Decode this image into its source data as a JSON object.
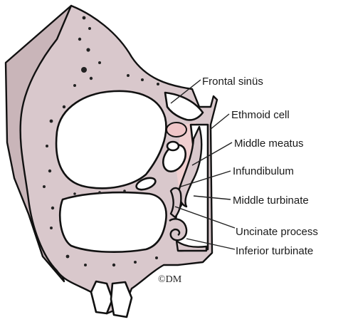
{
  "labels": {
    "frontal_sinus": "Frontal sinüs",
    "ethmoid_cell": "Ethmoid cell",
    "middle_meatus": "Middle meatus",
    "infundibulum": "Infundibulum",
    "middle_turbinate": "Middle turbinate",
    "uncinate_process": "Uncinate process",
    "inferior_turbinate": "Inferior turbinate"
  },
  "signature": "©DM",
  "colors": {
    "bone": "#d9c8cc",
    "outer_bone": "#c9b5b9",
    "mucosa_highlight": "#f0cfd0",
    "outline": "#111111"
  }
}
